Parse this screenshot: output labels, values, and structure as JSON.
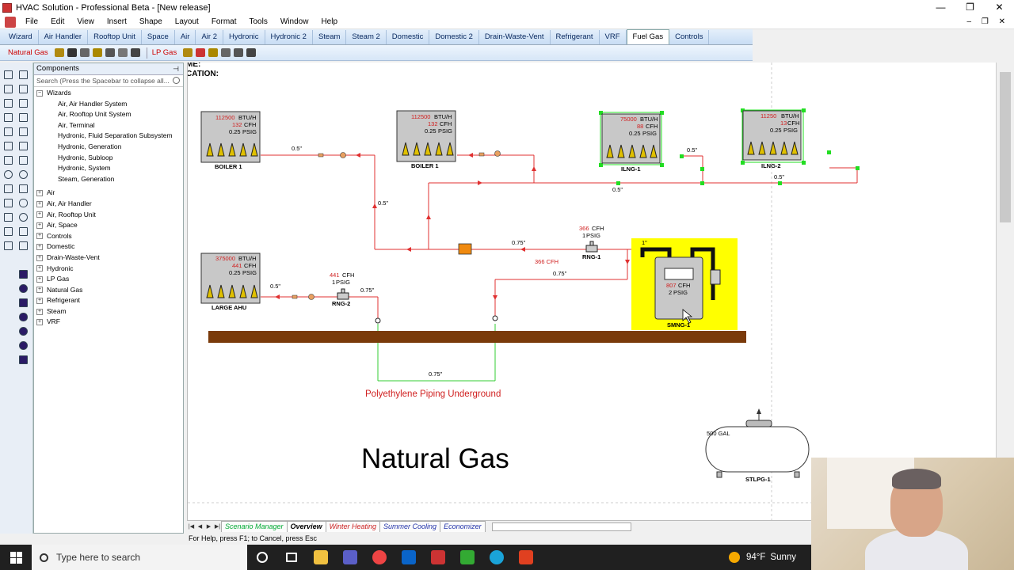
{
  "window": {
    "title": "HVAC Solution - Professional Beta - [New release]",
    "minimize": "—",
    "restore": "❐",
    "close": "✕"
  },
  "menu": [
    "File",
    "Edit",
    "View",
    "Insert",
    "Shape",
    "Layout",
    "Format",
    "Tools",
    "Window",
    "Help"
  ],
  "ribbon": {
    "tabs": [
      "Wizard",
      "Air Handler",
      "Rooftop Unit",
      "Space",
      "Air",
      "Air 2",
      "Hydronic",
      "Hydronic 2",
      "Steam",
      "Steam 2",
      "Domestic",
      "Domestic 2",
      "Drain-Waste-Vent",
      "Refrigerant",
      "VRF",
      "Fuel Gas",
      "Controls"
    ],
    "active_tab": "Fuel Gas",
    "group1": "Natural Gas",
    "group2": "LP Gas"
  },
  "components": {
    "header": "Components",
    "search_placeholder": "Search (Press the Spacebar to collapse all...",
    "wizards_label": "Wizards",
    "wizard_items": [
      "Air, Air Handler System",
      "Air, Rooftop Unit System",
      "Air, Terminal",
      "Hydronic, Fluid Separation Subsystem",
      "Hydronic, Generation",
      "Hydronic, Subloop",
      "Hydronic, System",
      "Steam, Generation"
    ],
    "categories": [
      "Air",
      "Air, Air Handler",
      "Air, Rooftop Unit",
      "Air, Space",
      "Controls",
      "Domestic",
      "Drain-Waste-Vent",
      "Hydronic",
      "LP Gas",
      "Natural Gas",
      "Refrigerant",
      "Steam",
      "VRF"
    ]
  },
  "drawing": {
    "partial_header_1": "ME:",
    "partial_header_2": "CATION:",
    "equipment": [
      {
        "btu": "112500",
        "cfh": "132",
        "psig": "0.25",
        "tag": "BOILER 1"
      },
      {
        "btu": "112500",
        "cfh": "132",
        "psig": "0.25",
        "tag": "BOILER 1"
      },
      {
        "btu": "75000",
        "cfh": "88",
        "psig": "0.25",
        "tag": "ILNG-1"
      },
      {
        "btu": "11250",
        "cfh": "13",
        "psig": "0.25",
        "tag": "ILNG-2"
      },
      {
        "btu": "375000",
        "cfh": "441",
        "psig": "0.25",
        "tag": "LARGE AHU"
      }
    ],
    "units": {
      "btu": "BTU/H",
      "cfh": "CFH",
      "psig": "PSIG"
    },
    "pipe_sizes": {
      "b1_branch": "0.5\"",
      "riser": "0.5\"",
      "header_left": "0.5\"",
      "header_right": "0.5\"",
      "ilng1": "0.5\"",
      "main": "0.75\"",
      "meter_out": "1\"",
      "ahu_branch": "0.5\"",
      "ahu_main": "0.75\"",
      "return": "0.75\"",
      "under": "0.75\""
    },
    "rng1": {
      "cfh": "366",
      "psig": "1",
      "tag": "RNG-1",
      "flow": "366 CFH"
    },
    "rng2": {
      "cfh": "441",
      "psig": "1",
      "tag": "RNG-2"
    },
    "meter": {
      "cfh": "807",
      "psig": "2",
      "tag": "SMNG-1"
    },
    "tank": {
      "gal": "500 GAL",
      "tag": "STLPG-1"
    },
    "underground_label": "Polyethylene Piping Underground",
    "big_label": "Natural Gas"
  },
  "sheets": {
    "tabs": [
      "Scenario Manager",
      "Overview",
      "Winter Heating",
      "Summer Cooling",
      "Economizer"
    ],
    "active": "Overview"
  },
  "status": "For Help, press F1; to Cancel, press Esc",
  "taskbar": {
    "search_placeholder": "Type here to search",
    "temperature": "94°F",
    "condition": "Sunny"
  },
  "colors": {
    "pipe": "#e03030",
    "ground": "#7a3a0a",
    "meter_bg": "#ffff00",
    "selection": "#22dd22",
    "underground_pipe": "#33cc33"
  }
}
